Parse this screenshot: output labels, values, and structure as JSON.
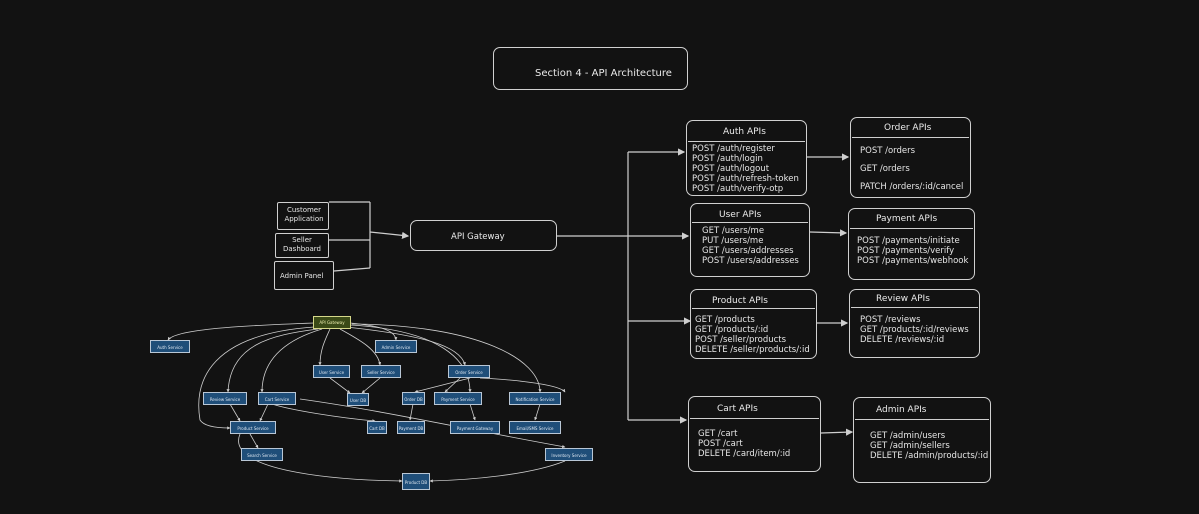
{
  "section_title": "Section 4 - API Architecture",
  "clients": [
    "Customer Application",
    "Seller Dashboard",
    "Admin Panel"
  ],
  "gateway_label": "API Gateway",
  "api_groups": {
    "auth": {
      "title": "Auth APIs",
      "endpoints": [
        "POST /auth/register",
        "POST /auth/login",
        "POST /auth/logout",
        "POST /auth/refresh-token",
        "POST /auth/verify-otp"
      ]
    },
    "user": {
      "title": "User APIs",
      "endpoints": [
        "GET /users/me",
        "PUT /users/me",
        "GET /users/addresses",
        "POST /users/addresses"
      ]
    },
    "product": {
      "title": "Product APIs",
      "endpoints": [
        "GET /products",
        "GET /products/:id",
        "POST /seller/products",
        "DELETE /seller/products/:id"
      ]
    },
    "cart": {
      "title": "Cart APIs",
      "endpoints": [
        "GET /cart",
        "POST /cart",
        "DELETE /card/item/:id"
      ]
    },
    "order": {
      "title": "Order APIs",
      "endpoints": [
        "POST /orders",
        "GET /orders",
        "PATCH /orders/:id/cancel"
      ]
    },
    "payment": {
      "title": "Payment APIs",
      "endpoints": [
        "POST /payments/initiate",
        "POST /payments/verify",
        "POST /payments/webhook"
      ]
    },
    "review": {
      "title": "Review APIs",
      "endpoints": [
        "POST /reviews",
        "GET /products/:id/reviews",
        "DELETE /reviews/:id"
      ]
    },
    "admin": {
      "title": "Admin APIs",
      "endpoints": [
        "GET /admin/users",
        "GET /admin/sellers",
        "DELETE /admin/products/:id"
      ]
    }
  },
  "mini_diagram": {
    "gateway": "API Gateway",
    "services": {
      "auth": "Auth Service",
      "admin": "Admin Service",
      "user": "User Service",
      "seller": "Seller Service",
      "order": "Order Service",
      "review": "Review Service",
      "cart": "Cart Service",
      "user_db": "User DB",
      "order_db": "Order DB",
      "payment": "Payment Service",
      "notification": "Notification Service",
      "product": "Product Service",
      "cart_db": "Cart DB",
      "payment_db": "Payment DB",
      "payment_gateway": "Payment Gateway",
      "email_sms": "Email/SMS Service",
      "search": "Search Service",
      "inventory": "Inventory Service",
      "product_db": "Product DB"
    }
  }
}
